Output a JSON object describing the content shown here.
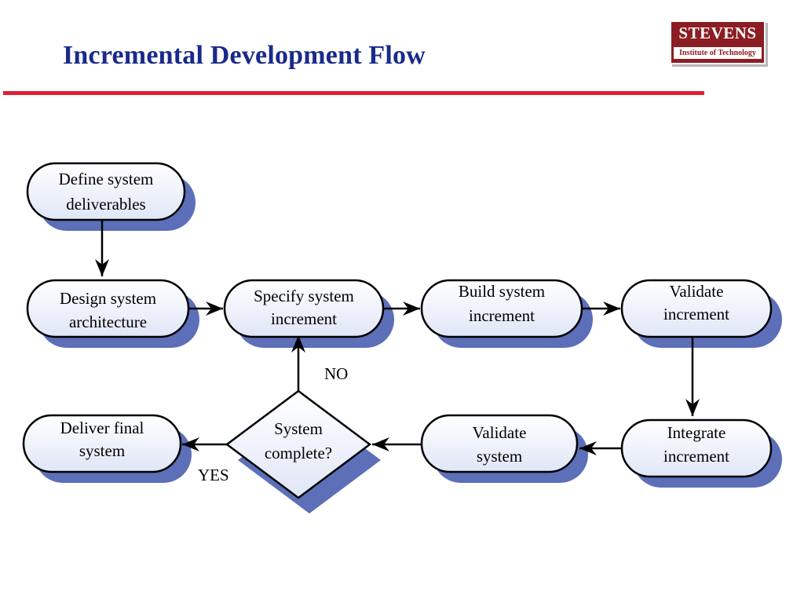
{
  "slide": {
    "title": "Incremental Development Flow"
  },
  "logo": {
    "name": "STEVENS",
    "tagline": "Institute of Technology"
  },
  "colors": {
    "title_text": "#1a2a8a",
    "title_rule": "#e01e37",
    "logo_background": "#8c1d24",
    "node_fill": "#eef2fb",
    "node_shadow": "#5c6fb8",
    "node_stroke": "#000000"
  },
  "diagram": {
    "nodes": [
      {
        "id": "define",
        "shape": "rounded-rectangle",
        "lines": [
          "Define system",
          "deliverables"
        ]
      },
      {
        "id": "design",
        "shape": "rounded-rectangle",
        "lines": [
          "Design system",
          "architecture"
        ]
      },
      {
        "id": "specify",
        "shape": "rounded-rectangle",
        "lines": [
          "Specify system",
          "increment"
        ]
      },
      {
        "id": "build",
        "shape": "rounded-rectangle",
        "lines": [
          "Build system",
          "increment"
        ]
      },
      {
        "id": "validate_inc",
        "shape": "rounded-rectangle",
        "lines": [
          "Validate",
          "increment"
        ]
      },
      {
        "id": "integrate",
        "shape": "rounded-rectangle",
        "lines": [
          "Integrate",
          "increment"
        ]
      },
      {
        "id": "validate_sys",
        "shape": "rounded-rectangle",
        "lines": [
          "Validate",
          "system"
        ]
      },
      {
        "id": "complete",
        "shape": "diamond",
        "lines": [
          "System",
          "complete?"
        ]
      },
      {
        "id": "deliver",
        "shape": "rounded-rectangle",
        "lines": [
          "Deliver final",
          "system"
        ]
      }
    ],
    "edges": [
      {
        "from": "define",
        "to": "design",
        "label": ""
      },
      {
        "from": "design",
        "to": "specify",
        "label": ""
      },
      {
        "from": "specify",
        "to": "build",
        "label": ""
      },
      {
        "from": "build",
        "to": "validate_inc",
        "label": ""
      },
      {
        "from": "validate_inc",
        "to": "integrate",
        "label": ""
      },
      {
        "from": "integrate",
        "to": "validate_sys",
        "label": ""
      },
      {
        "from": "validate_sys",
        "to": "complete",
        "label": ""
      },
      {
        "from": "complete",
        "to": "specify",
        "label": "NO"
      },
      {
        "from": "complete",
        "to": "deliver",
        "label": "YES"
      }
    ]
  }
}
